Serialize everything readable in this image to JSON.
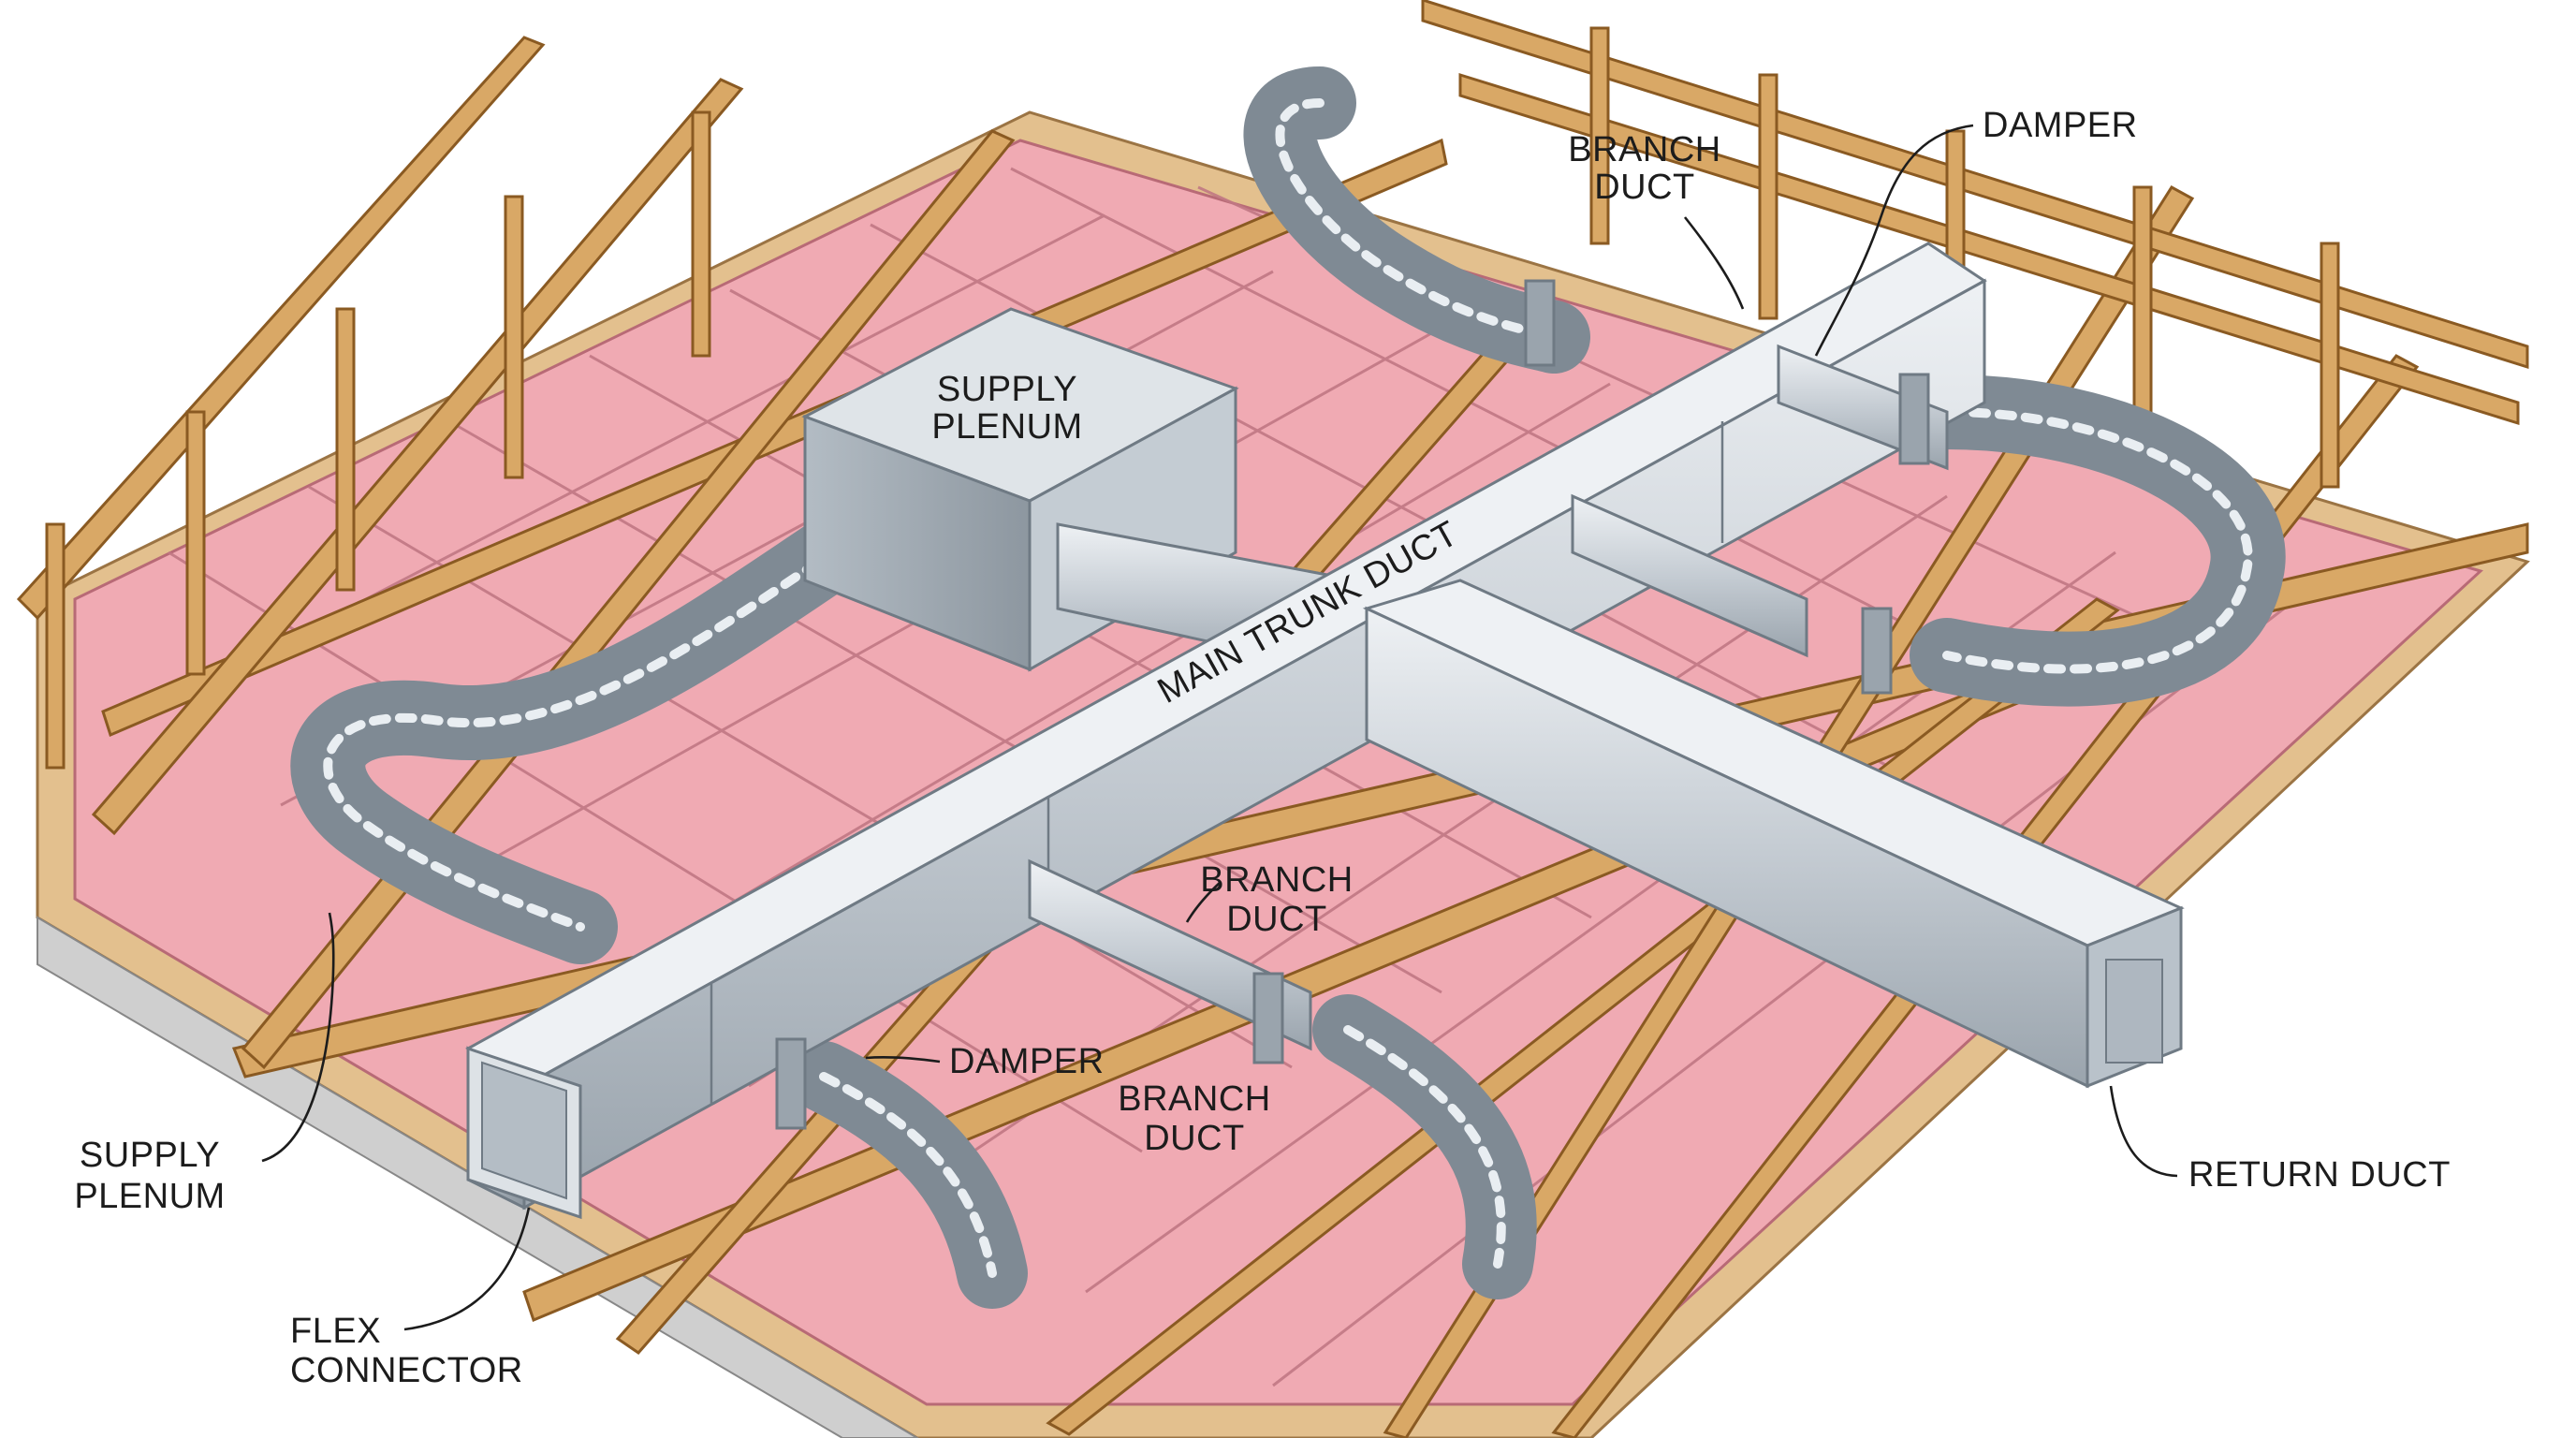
{
  "labels": {
    "supply_plenum_box": [
      "SUPPLY",
      "PLENUM"
    ],
    "main_trunk": "MAIN TRUNK DUCT",
    "branch_duct_top": [
      "BRANCH",
      "DUCT"
    ],
    "damper_top": "DAMPER",
    "branch_duct_mid": [
      "BRANCH",
      "DUCT"
    ],
    "damper_mid": "DAMPER",
    "branch_duct_low": [
      "BRANCH",
      "DUCT"
    ],
    "supply_plenum_left": [
      "SUPPLY",
      "PLENUM"
    ],
    "flex_connector": [
      "FLEX",
      "CONNECTOR"
    ],
    "return_duct": "RETURN DUCT"
  },
  "colors": {
    "insulation": "#f0aab3",
    "wood": "#d9a866",
    "metal": "#c9d0d6",
    "subfloor": "#e3c08e"
  }
}
